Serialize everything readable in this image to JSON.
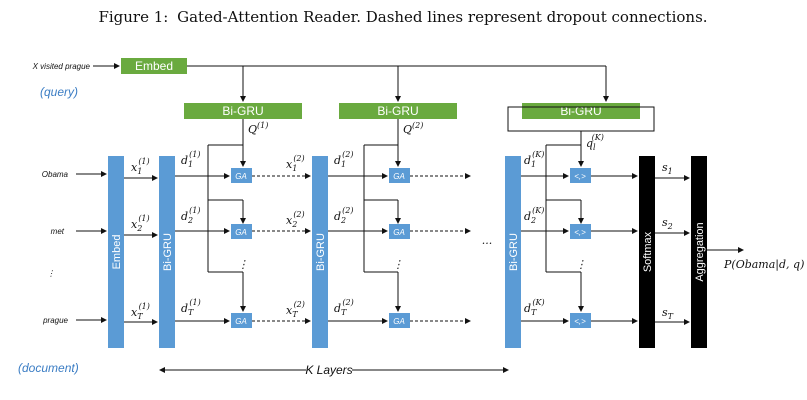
{
  "caption": {
    "prefix": "Figure 1:",
    "text": "Gated-Attention Reader. Dashed lines represent dropout connections."
  },
  "query": {
    "input_text": "X visited prague",
    "label": "(query)",
    "embed_label": "Embed"
  },
  "document": {
    "label": "(document)",
    "tokens": [
      "Obama",
      "met",
      "⋮",
      "prague"
    ]
  },
  "boxes": {
    "embed": "Embed",
    "bigru": "Bi-GRU",
    "softmax": "Softmax",
    "aggregation": "Aggregation",
    "ga": "GA",
    "dot": "<,>"
  },
  "math": {
    "x": "x",
    "d": "d",
    "Q": "Q",
    "q": "q",
    "s": "s",
    "sup1": "(1)",
    "sup2": "(2)",
    "supK": "(K)",
    "sub1": "1",
    "sub2": "2",
    "subT": "T",
    "subl": "l",
    "output": "P(Obama|d, q)"
  },
  "k_layers": "K Layers",
  "ellipsis_h": "...",
  "ellipsis_v": "⋮",
  "colors": {
    "green": "#6aaa3f",
    "blue": "#5b9bd5",
    "black": "#000000",
    "label_blue": "#3b7dc4"
  }
}
